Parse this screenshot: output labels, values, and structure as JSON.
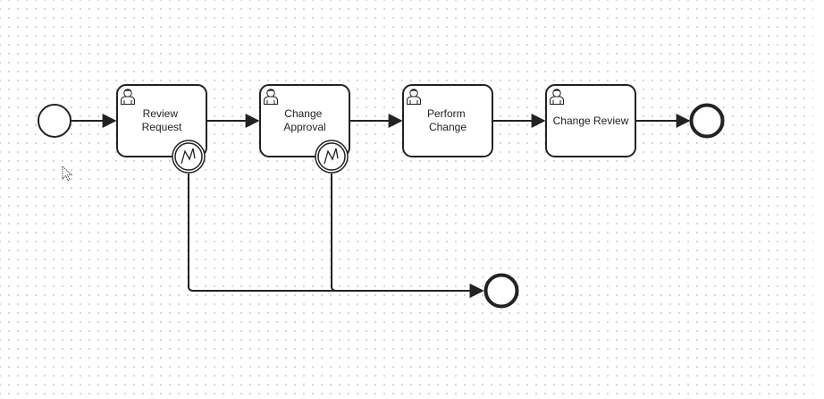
{
  "diagram": {
    "tasks": [
      {
        "id": "review-request",
        "label_lines": [
          "Review",
          "Request"
        ],
        "type": "user-task",
        "has_error_boundary": true
      },
      {
        "id": "change-approval",
        "label_lines": [
          "Change",
          "Approval"
        ],
        "type": "user-task",
        "has_error_boundary": true
      },
      {
        "id": "perform-change",
        "label_lines": [
          "Perform",
          "Change"
        ],
        "type": "user-task",
        "has_error_boundary": false
      },
      {
        "id": "change-review",
        "label_lines": [
          "Change Review"
        ],
        "type": "user-task",
        "has_error_boundary": false
      }
    ],
    "events": {
      "start": "start-event",
      "end_main": "end-event",
      "end_error": "end-event"
    },
    "colors": {
      "stroke": "#222222",
      "fill": "#ffffff",
      "canvas_dot": "#c9c9c9"
    },
    "icons": {
      "user_task": "user-icon",
      "error_boundary": "error-lightning-icon",
      "cursor": "mouse-pointer-icon"
    }
  }
}
